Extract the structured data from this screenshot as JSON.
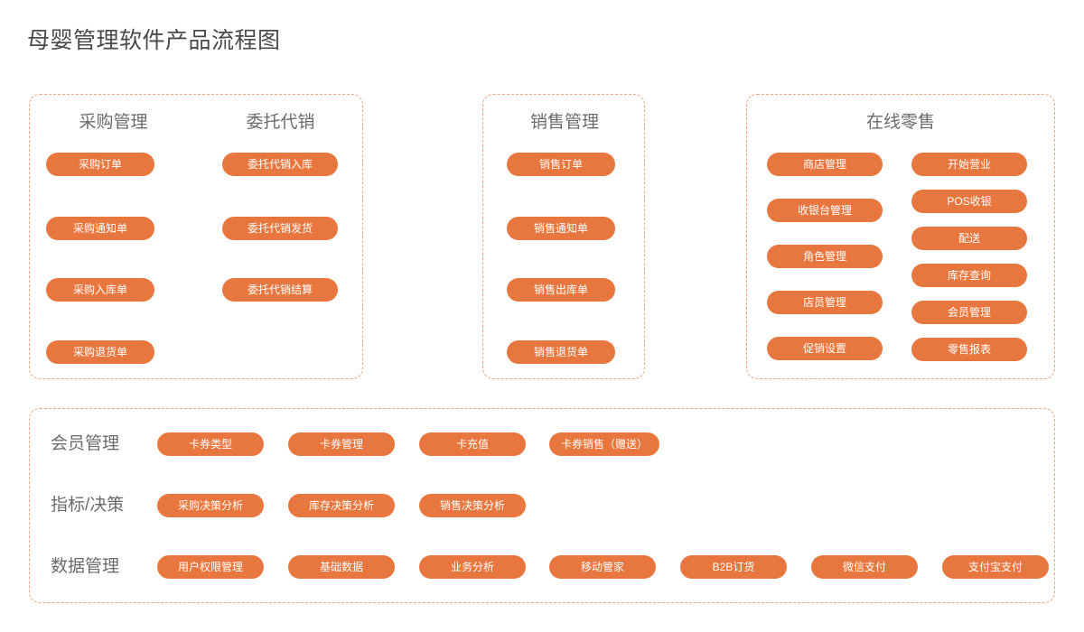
{
  "title": "母婴管理软件产品流程图",
  "theme": {
    "pill_color": "#e8773f",
    "pill_text_color": "#ffffff",
    "panel_border_color": "#e8a87c",
    "heading_color": "#6b6b6b",
    "title_color": "#4a4a4a",
    "background": "#ffffff"
  },
  "panels": [
    {
      "id": "procurement-consignment",
      "columns": [
        {
          "id": "procurement",
          "heading": "采购管理",
          "items": [
            "采购订单",
            "采购通知单",
            "采购入库单",
            "采购退货单"
          ]
        },
        {
          "id": "consignment",
          "heading": "委托代销",
          "items": [
            "委托代销入库",
            "委托代销发货",
            "委托代销结算"
          ]
        }
      ]
    },
    {
      "id": "sales",
      "columns": [
        {
          "id": "sales-management",
          "heading": "销售管理",
          "items": [
            "销售订单",
            "销售通知单",
            "销售出库单",
            "销售退货单"
          ]
        }
      ]
    },
    {
      "id": "online-retail",
      "heading": "在线零售",
      "columns": [
        {
          "id": "retail-left",
          "heading": "",
          "items": [
            "商店管理",
            "收银台管理",
            "角色管理",
            "店员管理",
            "促销设置"
          ]
        },
        {
          "id": "retail-right",
          "heading": "",
          "items": [
            "开始营业",
            "POS收银",
            "配送",
            "库存查询",
            "会员管理",
            "零售报表"
          ]
        }
      ]
    }
  ],
  "bottom_rows": [
    {
      "id": "member-management",
      "label": "会员管理",
      "items": [
        "卡券类型",
        "卡券管理",
        "卡充值",
        "卡券销售（赠送）"
      ]
    },
    {
      "id": "metrics-decision",
      "label": "指标/决策",
      "items": [
        "采购决策分析",
        "库存决策分析",
        "销售决策分析"
      ]
    },
    {
      "id": "data-management",
      "label": "数据管理",
      "items": [
        "用户权限管理",
        "基础数据",
        "业务分析",
        "移动管家",
        "B2B订货",
        "微信支付",
        "支付宝支付"
      ]
    }
  ]
}
